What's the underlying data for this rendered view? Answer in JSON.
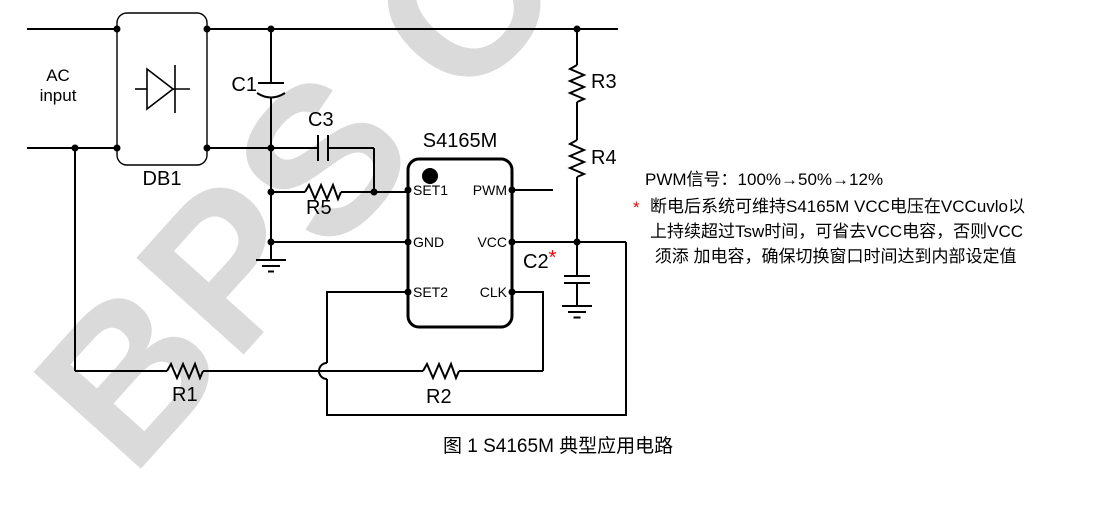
{
  "colors": {
    "wire": "#000000",
    "label": "#000000",
    "accent_red": "#ff0000",
    "watermark_gray": "#dadada"
  },
  "watermark": {
    "text": "BPS Co"
  },
  "schematic": {
    "ac_input": {
      "line1": "AC",
      "line2": "input"
    },
    "labels": {
      "db1": "DB1",
      "c1": "C1",
      "c3": "C3",
      "r5": "R5",
      "r3": "R3",
      "r4": "R4",
      "c2": "C2",
      "c2_star": "*",
      "r1": "R1",
      "r2": "R2"
    },
    "ic": {
      "part": "S4165M",
      "pin_set1": "SET1",
      "pin_gnd": "GND",
      "pin_set2": "SET2",
      "pin_pwm": "PWM",
      "pin_vcc": "VCC",
      "pin_clk": "CLK"
    }
  },
  "annotations": {
    "pwm_signal": "PWM信号：100%→50%→12%",
    "note_star": "*",
    "note_line1": "断电后系统可维持S4165M VCC电压在VCCuvlo以",
    "note_line2": "上持续超过Tsw时间，可省去VCC电容，否则VCC",
    "note_line3": " 须添 加电容，确保切换窗口时间达到内部设定值"
  },
  "caption": "图 1 S4165M 典型应用电路"
}
